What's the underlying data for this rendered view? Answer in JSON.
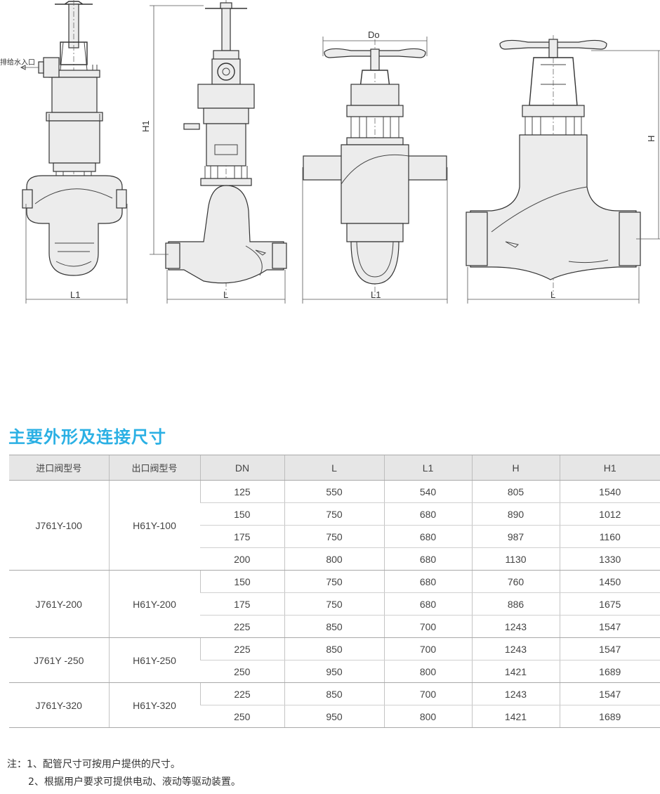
{
  "drawings": {
    "annotation_inlet": "排给水入口",
    "fig1": {
      "width_label": "L1"
    },
    "fig2": {
      "height_label": "H1",
      "width_label": "L"
    },
    "fig3": {
      "top_label": "Do",
      "width_label": "L1"
    },
    "fig4": {
      "height_label": "H",
      "width_label": "L"
    }
  },
  "section_title": "主要外形及连接尺寸",
  "table": {
    "headers": {
      "inlet_model": "进口阀型号",
      "outlet_model": "出口阀型号",
      "dn": "DN",
      "l": "L",
      "l1": "L1",
      "h": "H",
      "h1": "H1"
    },
    "groups": [
      {
        "inlet": "J761Y-100",
        "outlet": "H61Y-100",
        "rows": [
          {
            "dn": "125",
            "l": "550",
            "l1": "540",
            "h": "805",
            "h1": "1540"
          },
          {
            "dn": "150",
            "l": "750",
            "l1": "680",
            "h": "890",
            "h1": "1012"
          },
          {
            "dn": "175",
            "l": "750",
            "l1": "680",
            "h": "987",
            "h1": "1160"
          },
          {
            "dn": "200",
            "l": "800",
            "l1": "680",
            "h": "1130",
            "h1": "1330"
          }
        ]
      },
      {
        "inlet": "J761Y-200",
        "outlet": "H61Y-200",
        "rows": [
          {
            "dn": "150",
            "l": "750",
            "l1": "680",
            "h": "760",
            "h1": "1450"
          },
          {
            "dn": "175",
            "l": "750",
            "l1": "680",
            "h": "886",
            "h1": "1675"
          },
          {
            "dn": "225",
            "l": "850",
            "l1": "700",
            "h": "1243",
            "h1": "1547"
          }
        ]
      },
      {
        "inlet": "J761Y -250",
        "outlet": "H61Y-250",
        "rows": [
          {
            "dn": "225",
            "l": "850",
            "l1": "700",
            "h": "1243",
            "h1": "1547"
          },
          {
            "dn": "250",
            "l": "950",
            "l1": "800",
            "h": "1421",
            "h1": "1689"
          }
        ]
      },
      {
        "inlet": "J761Y-320",
        "outlet": "H61Y-320",
        "rows": [
          {
            "dn": "225",
            "l": "850",
            "l1": "700",
            "h": "1243",
            "h1": "1547"
          },
          {
            "dn": "250",
            "l": "950",
            "l1": "800",
            "h": "1421",
            "h1": "1689"
          }
        ]
      }
    ]
  },
  "notes": {
    "note1": "注：1、配管尺寸可按用户提供的尺寸。",
    "note2": "2、根据用户要求可提供电动、液动等驱动装置。"
  }
}
